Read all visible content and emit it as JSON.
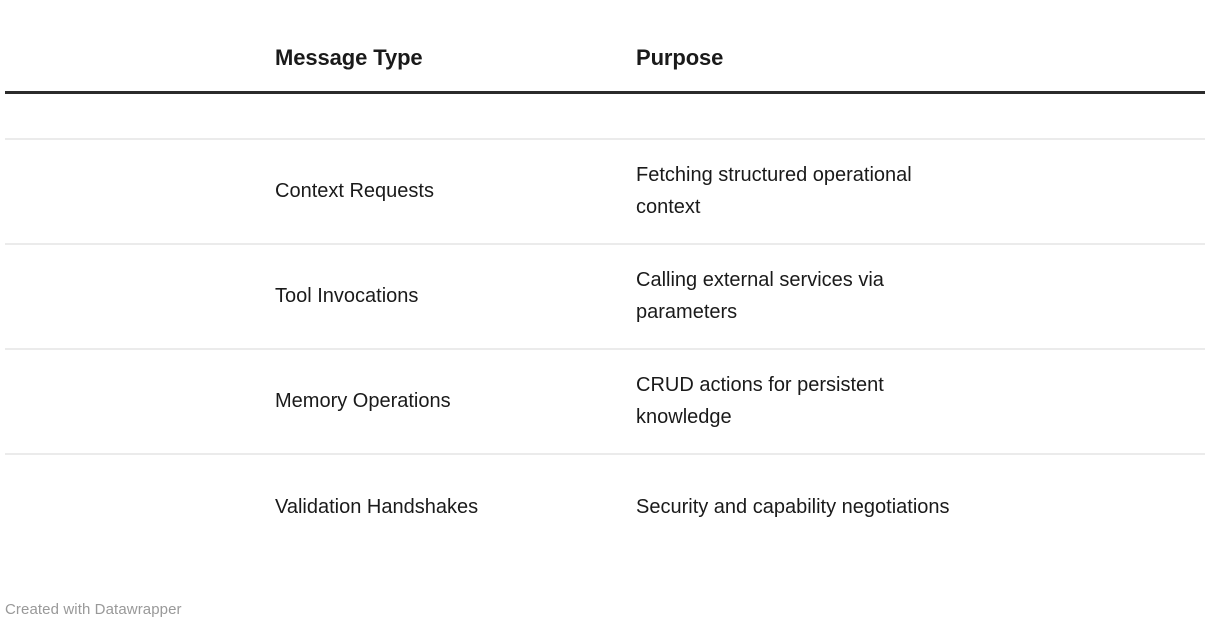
{
  "chart_data": {
    "type": "table",
    "title": "",
    "subtitle": "",
    "columns": [
      "Message Type",
      "Purpose"
    ],
    "rows": [
      {
        "message_type": "Context Requests",
        "purpose": "Fetching structured operational context"
      },
      {
        "message_type": "Tool Invocations",
        "purpose": "Calling external services via parameters"
      },
      {
        "message_type": "Memory Operations",
        "purpose": "CRUD actions for persistent knowledge"
      },
      {
        "message_type": "Validation Handshakes",
        "purpose": "Security and capability negotiations"
      }
    ],
    "grid": false,
    "legend": "none"
  },
  "table": {
    "headers": {
      "message_type": "Message Type",
      "purpose": "Purpose"
    },
    "rows": [
      {
        "message_type": "Context Requests",
        "purpose": "Fetching structured operational context"
      },
      {
        "message_type": "Tool Invocations",
        "purpose": "Calling external services via parameters"
      },
      {
        "message_type": "Memory Operations",
        "purpose": "CRUD actions for persistent knowledge"
      },
      {
        "message_type": "Validation Handshakes",
        "purpose": "Security and capability negotiations"
      }
    ]
  },
  "footer": {
    "credit": "Created with Datawrapper"
  },
  "colors": {
    "background": "#ffffff",
    "text": "#1a1a1a",
    "header_rule": "#2b2b2b",
    "row_divider": "#ebebeb",
    "footer_text": "#999999"
  }
}
